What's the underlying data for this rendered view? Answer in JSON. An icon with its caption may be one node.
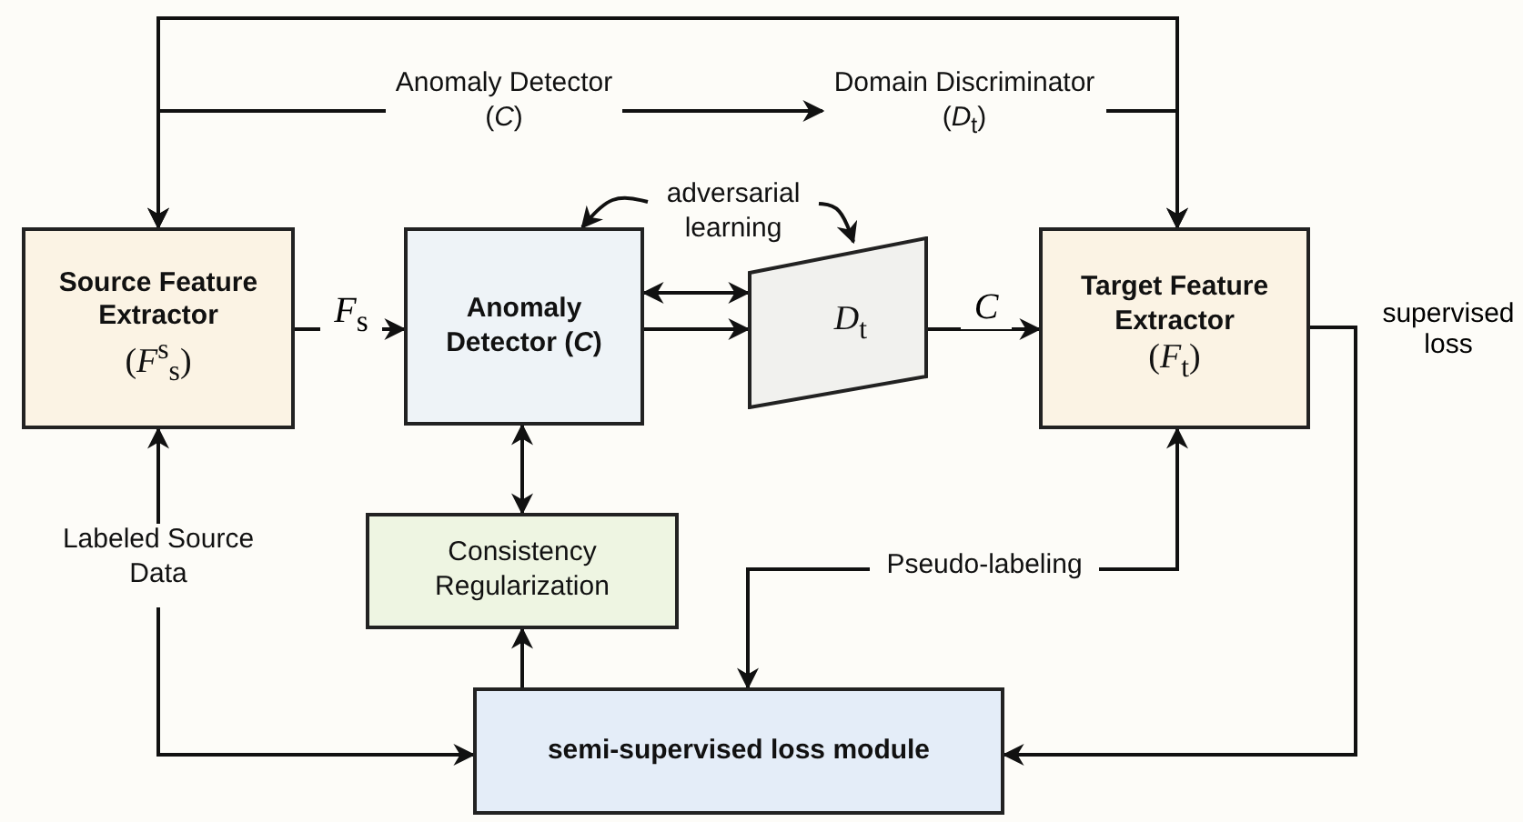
{
  "diagram": {
    "nodes": [
      {
        "text": [
          "Source Feature Extractor",
          "(*F*$^{s}$$_{s}$)"
        ]
      },
      {
        "text": [
          "Anomaly Detector (*C*)"
        ]
      },
      {
        "text": [
          "*D*$_{t}$"
        ]
      },
      {
        "text": [
          "Target Feature Extractor",
          "(*F*$_{t}$)"
        ]
      },
      {
        "text": [
          "Consistency Regularization"
        ]
      },
      {
        "text": [
          "semi-supervised loss module"
        ]
      },
      {
        "text": [
          "Labeled Source Data"
        ]
      },
      {
        "text": [
          "Pseudo-labeling"
        ]
      },
      {
        "text": [
          "Anomaly Detector (*C*)"
        ]
      },
      {
        "text": [
          "Domain Discriminator (*D*$_{t}$)"
        ]
      },
      {
        "text": [
          "adversarial learning"
        ]
      }
    ],
    "edges": [
      {
        "from": 0,
        "to": 1,
        "arrow": "to",
        "label": "*F*$_{s}$"
      },
      {
        "from": 1,
        "to": 2,
        "arrow": "to"
      },
      {
        "from": 1,
        "to": 2,
        "arrow": "both"
      },
      {
        "from": 2,
        "to": 3,
        "arrow": "to",
        "label": "*C*"
      },
      {
        "from": 10,
        "to": 1,
        "arrow": "to"
      },
      {
        "from": 10,
        "to": 2,
        "arrow": "to"
      },
      {
        "from": 8,
        "to": 9,
        "arrow": "to"
      },
      {
        "from": 8,
        "to": 0,
        "arrow": "to"
      },
      {
        "from": 9,
        "to": 3,
        "arrow": "to"
      },
      {
        "from": 0,
        "to": 3,
        "arrow": "both"
      },
      {
        "from": 1,
        "to": 4,
        "arrow": "both"
      },
      {
        "from": 5,
        "to": 4,
        "arrow": "to"
      },
      {
        "from": 6,
        "to": 0,
        "arrow": "to"
      },
      {
        "from": 6,
        "to": 5,
        "arrow": "to"
      },
      {
        "from": 7,
        "to": 3,
        "arrow": "to"
      },
      {
        "from": 7,
        "to": 5,
        "arrow": "to"
      },
      {
        "from": 3,
        "to": 5,
        "arrow": "to",
        "label": "supervised loss"
      }
    ]
  }
}
